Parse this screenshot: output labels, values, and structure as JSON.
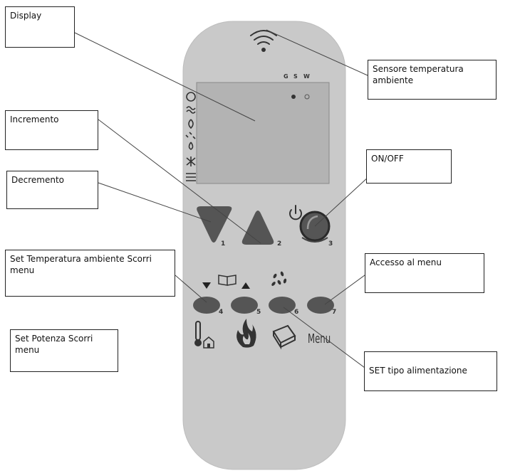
{
  "callouts": {
    "display": "Display",
    "sensore": "Sensore temperatura ambiente",
    "incremento": "Incremento",
    "onoff": "ON/OFF",
    "decremento": "Decremento",
    "set_temperatura": "Set Temperatura ambiente Scorri menu",
    "accesso_menu": "Accesso al menu",
    "set_potenza": "Set Potenza Scorri menu",
    "set_tipo": "SET tipo alimentazione"
  },
  "remote": {
    "indicator_g": "G",
    "indicator_s": "S",
    "indicator_w": "W",
    "button_numbers": [
      "1",
      "2",
      "3",
      "4",
      "5",
      "6",
      "7"
    ],
    "menu_label": "Menu"
  },
  "colors": {
    "body": "#c9c9c9",
    "display": "#b3b3b3",
    "button": "#555555",
    "icon": "#333333",
    "line": "#444444"
  }
}
